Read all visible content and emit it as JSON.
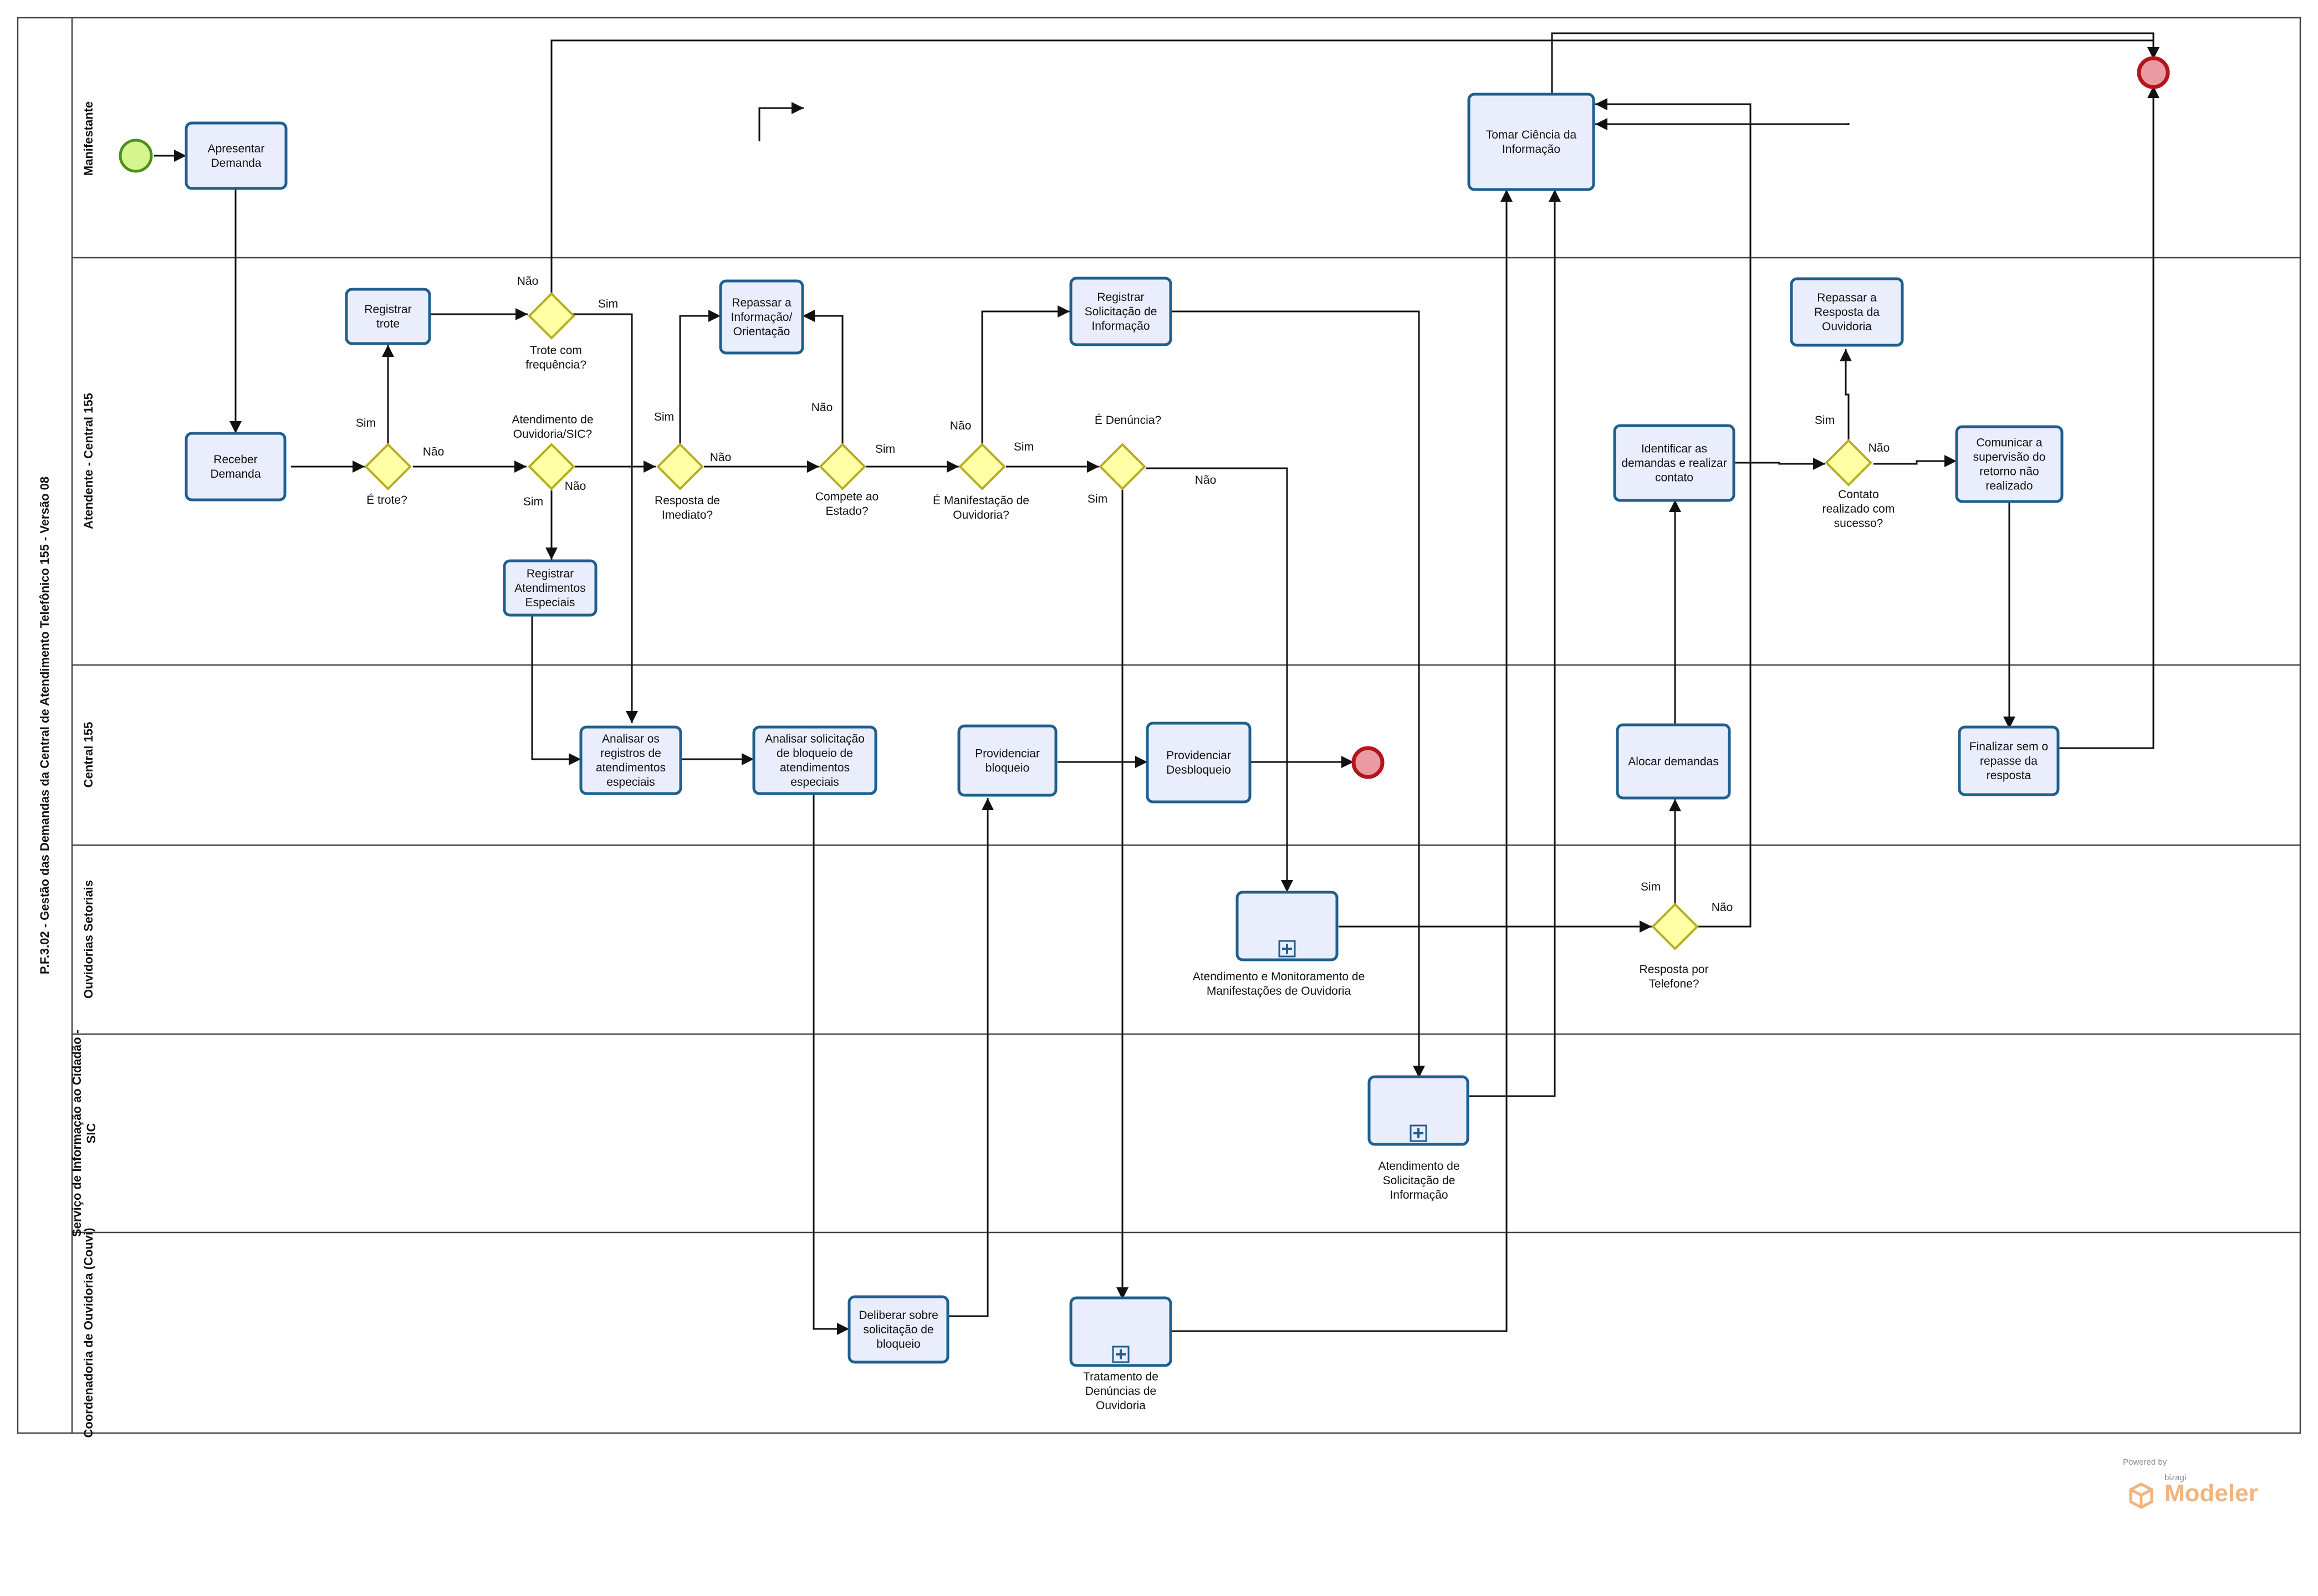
{
  "pool": {
    "title": "P.F.3.02 - Gestão das Demandas da Central de Atendimento Telefônico 155 - Versão 08"
  },
  "lanes": [
    {
      "key": "manifestante",
      "label": [
        "Manifestante"
      ]
    },
    {
      "key": "atendente",
      "label": [
        "Atendente - Central 155"
      ]
    },
    {
      "key": "central",
      "label": [
        "Central 155"
      ]
    },
    {
      "key": "ouvidorias",
      "label": [
        "Ouvidorias Setoriais"
      ]
    },
    {
      "key": "sic",
      "label": [
        "Serviço de Informação ao Cidadão -",
        "SIC"
      ]
    },
    {
      "key": "couvi",
      "label": [
        "Coordenadoria de Ouvidoria (Couvi)"
      ]
    }
  ],
  "tasks": [
    {
      "id": "apresentar",
      "label": [
        "Apresentar",
        "Demanda"
      ]
    },
    {
      "id": "tomar",
      "label": [
        "Tomar Ciência da",
        "Informação"
      ]
    },
    {
      "id": "registrar_trote",
      "label": [
        "Registrar",
        "trote"
      ]
    },
    {
      "id": "repassar_info",
      "label": [
        "Repassar a",
        "Informação/",
        "Orientação"
      ]
    },
    {
      "id": "registrar_sol",
      "label": [
        "Registrar",
        "Solicitação de",
        "Informação"
      ]
    },
    {
      "id": "repassar_resp",
      "label": [
        "Repassar a",
        "Resposta da",
        "Ouvidoria"
      ]
    },
    {
      "id": "receber",
      "label": [
        "Receber",
        "Demanda"
      ]
    },
    {
      "id": "identificar",
      "label": [
        "Identificar as",
        "demandas e realizar",
        "contato"
      ]
    },
    {
      "id": "comunicar",
      "label": [
        "Comunicar a",
        "supervisão do",
        "retorno não",
        "realizado"
      ]
    },
    {
      "id": "registrar_atend",
      "label": [
        "Registrar",
        "Atendimentos",
        "Especiais"
      ]
    },
    {
      "id": "analisar_reg",
      "label": [
        "Analisar os",
        "registros de",
        "atendimentos",
        "especiais"
      ]
    },
    {
      "id": "analisar_sol",
      "label": [
        "Analisar solicitação",
        "de bloqueio de",
        "atendimentos",
        "especiais"
      ]
    },
    {
      "id": "prov_bloqueio",
      "label": [
        "Providenciar",
        "bloqueio"
      ]
    },
    {
      "id": "prov_desbloqueio",
      "label": [
        "Providenciar",
        "Desbloqueio"
      ]
    },
    {
      "id": "alocar",
      "label": [
        "Alocar demandas"
      ]
    },
    {
      "id": "finalizar",
      "label": [
        "Finalizar sem o",
        "repasse da",
        "resposta"
      ]
    },
    {
      "id": "deliberar",
      "label": [
        "Deliberar sobre",
        "solicitação de",
        "bloqueio"
      ]
    }
  ],
  "subprocesses": [
    {
      "id": "sub_ouvidoria",
      "label": [
        "Atendimento e Monitoramento de",
        "Manifestações de Ouvidoria"
      ]
    },
    {
      "id": "sub_sic",
      "label": [
        "Atendimento de",
        "Solicitação de",
        "Informação"
      ]
    },
    {
      "id": "sub_denuncia",
      "label": [
        "Tratamento de",
        "Denúncias de",
        "Ouvidoria"
      ]
    }
  ],
  "gateways": [
    {
      "id": "g_trote_freq",
      "label": [
        "Trote com",
        "frequência?"
      ]
    },
    {
      "id": "g_trote",
      "label": [
        "É trote?"
      ]
    },
    {
      "id": "g_atend",
      "label": [
        "Atendimento de",
        "Ouvidoria/SIC?"
      ]
    },
    {
      "id": "g_resp",
      "label": [
        "Resposta de",
        "Imediato?"
      ]
    },
    {
      "id": "g_estado",
      "label": [
        "Compete ao",
        "Estado?"
      ]
    },
    {
      "id": "g_manif",
      "label": [
        "É Manifestação de",
        "Ouvidoria?"
      ]
    },
    {
      "id": "g_denuncia",
      "label": [
        "É Denúncia?"
      ]
    },
    {
      "id": "g_contato",
      "label": [
        "Contato",
        "realizado com",
        "sucesso?"
      ]
    },
    {
      "id": "g_telefone",
      "label": [
        "Resposta por",
        "Telefone?"
      ]
    }
  ],
  "flow_labels": [
    {
      "id": "nao_trote_freq",
      "text": "Não"
    },
    {
      "id": "sim_trote_freq",
      "text": "Sim"
    },
    {
      "id": "sim_trote",
      "text": "Sim"
    },
    {
      "id": "nao_trote",
      "text": "Não"
    },
    {
      "id": "nao_atend",
      "text": "Não"
    },
    {
      "id": "sim_atend",
      "text": "Sim"
    },
    {
      "id": "sim_resp",
      "text": "Sim"
    },
    {
      "id": "nao_resp",
      "text": "Não"
    },
    {
      "id": "nao_estado",
      "text": "Não"
    },
    {
      "id": "sim_estado",
      "text": "Sim"
    },
    {
      "id": "nao_manif",
      "text": "Não"
    },
    {
      "id": "sim_manif",
      "text": "Sim"
    },
    {
      "id": "sim_denuncia",
      "text": "Sim"
    },
    {
      "id": "nao_denuncia",
      "text": "Não"
    },
    {
      "id": "sim_contato",
      "text": "Sim"
    },
    {
      "id": "nao_contato",
      "text": "Não"
    },
    {
      "id": "sim_telefone",
      "text": "Sim"
    },
    {
      "id": "nao_telefone",
      "text": "Não"
    }
  ],
  "watermark": {
    "powered": "Powered by",
    "bizagi": "bizagi",
    "modeler": "Modeler"
  },
  "colors": {
    "task_fill": "#eaedfb",
    "task_stroke": "#1f5f8e",
    "gateway_fill": "#ffffa6",
    "start_fill": "#d5f58e",
    "end_fill": "#ea9aa0",
    "end_stroke": "#b5141c"
  }
}
